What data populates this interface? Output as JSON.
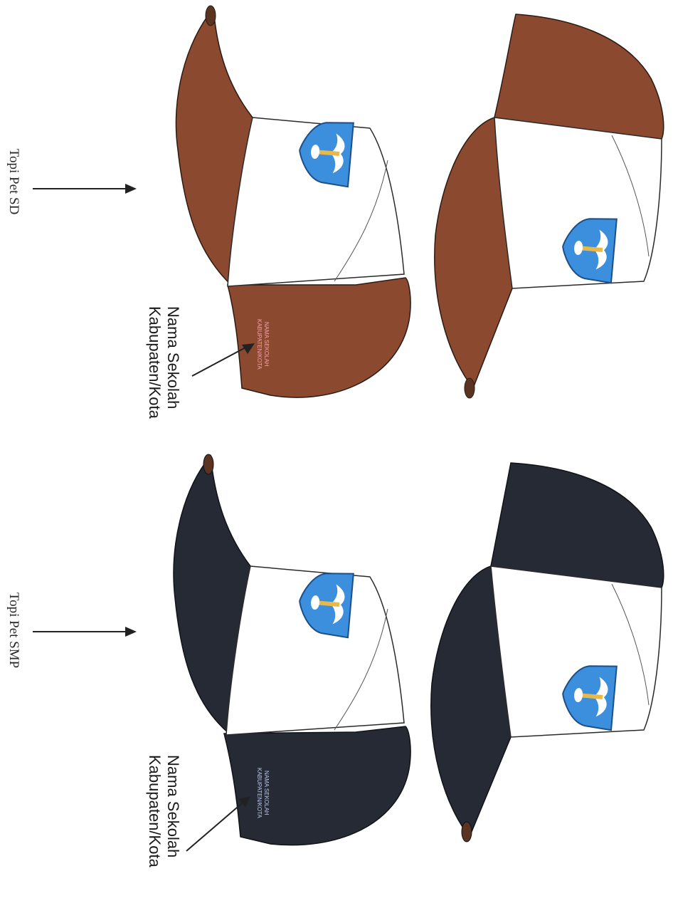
{
  "sd": {
    "caption": "Topi Pet SD",
    "callout_line1": "Nama Sekolah",
    "callout_line2": "Kabupaten/Kota",
    "embroidery_line1": "NAMA SEKOLAH",
    "embroidery_line2": "KABUPATEN/KOTA",
    "cap_color": "#8b4a2f",
    "embroidery_color": "#f2a0a8"
  },
  "smp": {
    "caption": "Topi Pet SMP",
    "callout_line1": "Nama Sekolah",
    "callout_line2": "Kabupaten/Kota",
    "embroidery_line1": "NAMA SEKOLAH",
    "embroidery_line2": "KABUPATEN/KOTA",
    "cap_color": "#262a34",
    "embroidery_color": "#b8c6ea"
  },
  "colors": {
    "front_panel": "#ffffff",
    "badge_blue": "#3b8fdc",
    "badge_border": "#1c4f8a",
    "arrow": "#222222"
  }
}
